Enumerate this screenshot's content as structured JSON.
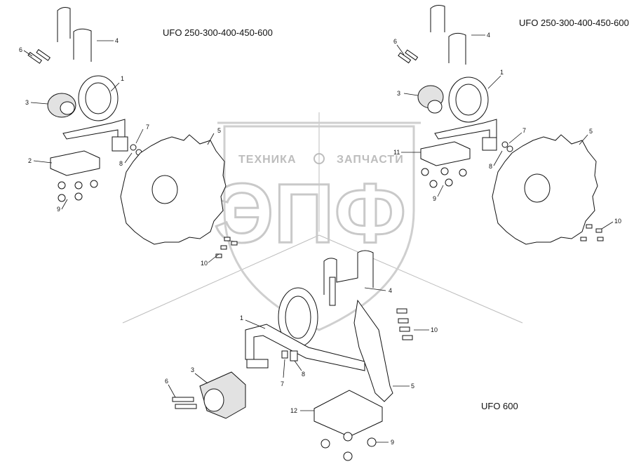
{
  "titles": {
    "left": "UFO 250-300-400-450-600",
    "right": "UFO 250-300-400-450-600",
    "bottom": "UFO 600"
  },
  "watermark": {
    "line1_left": "ТЕХНИКА",
    "line1_right": "ЗАПЧАСТИ",
    "big": "ЭПФ"
  },
  "callouts": {
    "left": [
      "4",
      "6",
      "1",
      "3",
      "7",
      "5",
      "2",
      "8",
      "9",
      "10"
    ],
    "right": [
      "6",
      "4",
      "1",
      "3",
      "7",
      "5",
      "11",
      "8",
      "9",
      "10"
    ],
    "bottom": [
      "4",
      "10",
      "1",
      "3",
      "6",
      "7",
      "8",
      "5",
      "12",
      "9"
    ]
  },
  "colors": {
    "line": "#111111",
    "watermark": "#c9c9c9",
    "background": "#ffffff"
  }
}
